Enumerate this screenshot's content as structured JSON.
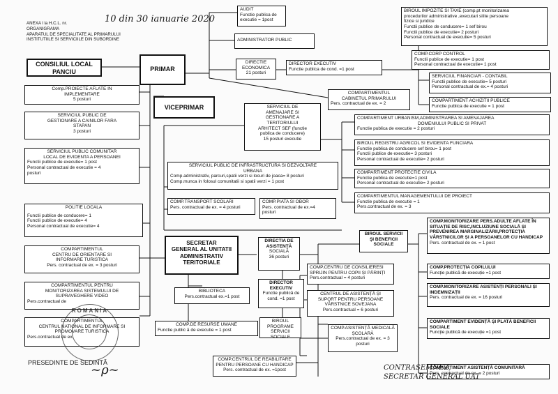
{
  "header": {
    "anexa": "ANEXA l la H.C.L. nr.",
    "hand_nr": "10 din 30 ianuarie 2020",
    "l2": "ORGANIGRAMA",
    "l3": "APARATUL DE SPECIALITATE AL PRIMARULUI",
    "l4": "INSTITUTIILE SI SERVICIILE DIN SUBORDINE"
  },
  "consiliu": {
    "l1": "CONSILIUL LOCAL",
    "l2": "PANCIU"
  },
  "primar": "PRIMAR",
  "viceprimar": "VICEPRIMAR",
  "audit": {
    "l1": "AUDIT",
    "l2": "Functie publica de",
    "l3": "executie = 1post"
  },
  "admin_public": "ADMINISTRATOR PUBLIC",
  "dir_economica": {
    "l1": "DIRECTIE",
    "l2": "ECONOMICA",
    "l3": "21 posturi"
  },
  "director_executiv": {
    "l1": "DIRECTOR EXECUTIV",
    "l2": "Functie publica de cond. =1 post"
  },
  "cabinet": {
    "l1": "COMPARTIMENTUL",
    "l2": "CABINETUL PRIMARULUI",
    "l3": "Pers. contractual de ex. = 2"
  },
  "impozite": {
    "l1": "BIROUL IMPOZITE SI TAXE (comp.pt monitorizarea",
    "l2": "procedurilor administrative ,executari silite persoane",
    "l3": "fizice si juridice",
    "r1a": "Functii publice de conducere",
    "r1b": "= 1 sef birou",
    "r2a": "Functii publice de executie",
    "r2b": "= 2 posturi",
    "r3a": "Personal contractual de executie",
    "r3b": "= 5 posturi"
  },
  "corp_control": {
    "l1": "COMP.CORP CONTROL",
    "r1a": "Functii publice de executie",
    "r1b": "= 1 post",
    "r2a": "Personal contractual de executie",
    "r2b": "= 1 post"
  },
  "financiar": {
    "l1": "SERVICIUL FINANCIAR - CONTABIL",
    "r1a": "Functii publice de executie",
    "r1b": "= 5 posturi",
    "r2a": "Personal contractual de ex.",
    "r2b": "= 4 posturi"
  },
  "achizitii": {
    "l1": "COMPARTIMENT ACHIZITII PUBLICE",
    "l2": "Functie publica de executie = 1 post"
  },
  "proiecte": {
    "l1": "Comp.PROIECTE AFLATE IN",
    "l2": "IMPLEMENTARE",
    "l3": "5 posturi"
  },
  "caini": {
    "l1": "SERVICIUL PUBLIC DE",
    "l2": "GESTIONARE A CAINILOR FARA",
    "l3": "STAPAN",
    "l4": "3 posturi"
  },
  "evidenta": {
    "l1": "SERVICIUL PUBLIC COMUNITAR",
    "l2": "LOCAL DE EVIDENTA A PERSOANEI",
    "l3": "Functii publice de executie= 1 post",
    "l4": "Personal contractual de executie = 4",
    "l5": "posturi"
  },
  "amenajare": {
    "l1": "SERVICIUL DE",
    "l2": "AMENAJARE SI",
    "l3": "GESTIONARE A",
    "l4": "TERITORIULUI",
    "l5": "ARHITECT SEF (functie",
    "l6": "publica de conducere)",
    "l7": "15 posturi executie"
  },
  "urbanism": {
    "l1": "COMPARTIMENT URBANISM,ADMINISTRAREA SI AMENAJAREA",
    "l2": "DOMENIULUI PUBLIC SI PRIVAT",
    "l3": "Functie publica de executie = 2 posturi"
  },
  "agricol": {
    "l1": "BIROUL REGISTRU AGRICOL SI EVIDENTA FUNCIARA",
    "r1a": "Functie publica de conducere sef birou",
    "r1b": "= 1 post",
    "r2a": "Functii publice de executie",
    "r2b": "= 3 posturi",
    "r3a": "Personal contractual de executie",
    "r3b": "= 2 posturi"
  },
  "protectie": {
    "l1": "COMPARTIMENT PROTECTIE CIVILA",
    "r1a": "Functie publica de executie",
    "r1b": "=1 post",
    "r2a": "Personal contractual de executie",
    "r2b": "= 2 posturi"
  },
  "management": {
    "l1": "COMPARTIMENTUL MANAGEMENTULUI DE PROIECT",
    "l2": "Functie publica de executie = 1",
    "l3": "Pers.contractual de ex. = 3"
  },
  "infrastructura": {
    "l1": "SERVICIUL PUBLIC DE INFRASTRUCTURA SI DEZVOLTARE",
    "l2": "URBANA",
    "l3": "Comp.administrativ, parcuri,spatii verzi si locuri de joaca= 8 posturi",
    "l4": "Comp.munca in folosul comunitatii si spatii verzi = 1 post"
  },
  "transport": {
    "l1": "COMP.TRANSPORT SCOLARI",
    "l2": "Pers. contractual de ex. = 4 posturi"
  },
  "piata": {
    "l1": "COMP.PIATA SI OBOR",
    "l2": "Pers. contractual de ex.=4",
    "l3": "posturi"
  },
  "politie": {
    "l1": "POLITIE LOCALA",
    "r1a": "Functii publice de conducere",
    "r1b": "= 1",
    "r2a": "Functii publice de executie",
    "r2b": "= 4",
    "r3a": "Personal contractual de executie",
    "r3b": "= 4"
  },
  "turism": {
    "l1": "COMPARTIMENTUL",
    "l2": "CENTRU DE ORIENTARE SI",
    "l3": "INFORMARE TURISTICA",
    "l4": "Pers. contractual de ex. = 3 posturi"
  },
  "video": {
    "l1": "COMPARTIMENTUL PENTRU",
    "l2": "MONITORIZAREA SISTEMULUI DE",
    "l3": "SUPRAVEGHERE VIDEO",
    "l4": "Pers.contractual de"
  },
  "promovare": {
    "l1": "COMPARTIMENTUL",
    "l2": "CENTRUL NATIONAL DE INFORMARE SI",
    "l3": "PROMOVARE TURISTICA",
    "l4": "Pers.contractual de ex."
  },
  "secretar": {
    "l1": "SECRETAR",
    "l2": "GENERAL AL UNITATII",
    "l3": "ADMINISTRATIV",
    "l4": "TERITORIALE"
  },
  "biblioteca": {
    "l1": "BIBLIOTECA",
    "l2": "Pers.contractual ex.=1 post"
  },
  "resurse": {
    "l1": "COMP.DE RESURSE UMANE",
    "l2": "Functie public ă de executie = 1 post"
  },
  "asistenta": {
    "l1": "DIRECTIA DE",
    "l2": "ASISTENȚĂ",
    "l3": "SOCIALĂ",
    "l4": "36 posturi"
  },
  "dir_exec2": {
    "l1": "DIRECTOR",
    "l2": "EXECUTIV",
    "l3": "Functie publică de",
    "l4": "cond. =1 post"
  },
  "birou_prog": {
    "l1": "BIROUL",
    "l2": "PROGRAME",
    "l3": "SERVICII SOCIALE"
  },
  "birou_servicii": {
    "l1": "BIROUL SERVICII",
    "l2": "ŞI BENEFICII",
    "l3": "SOCIALE"
  },
  "consiliere": {
    "l1": "COMP.CENTRU DE CONSILIERESI",
    "l2": "SPRIJIN PENTRU COPII ȘI PĂRINȚI",
    "l3": "Pers.contractual = 4 posturi"
  },
  "varstnice": {
    "l1": "CENTRUL DE ASISTENȚĂ ȘI",
    "l2": "SUPORT PENTRU PERSOANE",
    "l3": "VÂRSTNICE SOVEJANA",
    "l4": "Pers.contractual = 6 posturi"
  },
  "medicala": {
    "l1": "COMP.ASISTENȚĂ MEDICALĂ",
    "l2": "ȘCOLARĂ",
    "l3": "Pers.contractual de ex. = 3",
    "l4": "posturi"
  },
  "reabilitare": {
    "l1": "COMP.CENTRUL DE REABILITARE",
    "l2": "PENTRU PERSOANE CU HANDICAP",
    "l3": "Pers. contractual de ex. =1post"
  },
  "monitorizare": {
    "l1": "COMP.MONITORIZARE PERS.ADULTE AFLATE ÎN",
    "l2": "SITUAȚIE DE RISC,INCLUZIUNE SOCIALĂ ȘI",
    "l3": "PREVENIREA MARGINALIZĂRII,PROTECȚIA",
    "l4": "VÂRSTNICILOR ȘI A PERSOANELOR CU HANDICAP",
    "l5": "Pers. contractual de ex. = 1 post"
  },
  "copil": {
    "l1": "COMP.PROTECȚIA COPILULUI",
    "l2": "Funcție publică de execuție =1 post"
  },
  "asistenti": {
    "l1": "COMP.MONITORIZARE ASISTENȚI PERSONALI ȘI",
    "l2": "INDEMNIZAȚII",
    "l3": "Pers. contractual de ex. = 16 posturi"
  },
  "plata": {
    "l1": "COMPARTIMENT EVIDENȚĂ ȘI PLATĂ BENEFICII",
    "l2": "SOCIALE",
    "l3": "Funcție publică de execuție =1 post"
  },
  "comunitara": {
    "l1": "COMPARTIMENT ASISTENȚĂ COMUNITARĂ",
    "l2": "Pers. contractual de ex. = 2 posturi"
  },
  "sign_left": "PRESEDINTE DE SEDINTĂ",
  "sign_right": {
    "l1": "CONTRASEMNEZ,",
    "l2": "SECRETAR GENERAL UAT"
  },
  "stamp_text": "ROMANIA"
}
